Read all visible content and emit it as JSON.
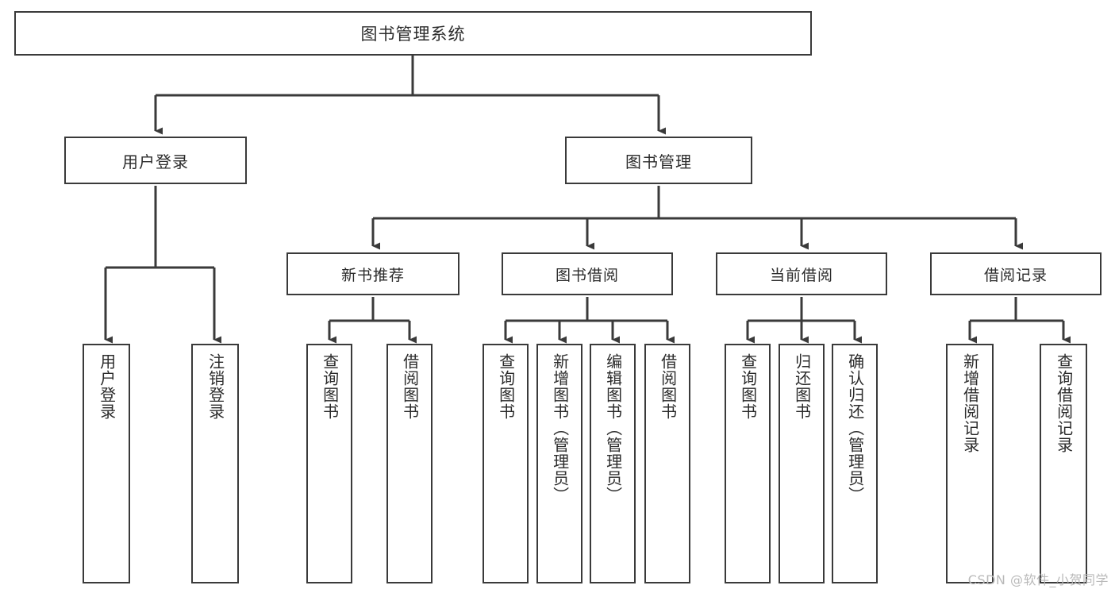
{
  "diagram": {
    "type": "tree",
    "title": "图书管理系统",
    "orientation": "top-down",
    "line_color": "#3a3a3a",
    "box_fill": "#ffffff",
    "text_color": "#2b2b2b",
    "root": {
      "label": "图书管理系统"
    },
    "level1": [
      {
        "label": "用户登录"
      },
      {
        "label": "图书管理"
      }
    ],
    "level2": [
      {
        "label": "新书推荐"
      },
      {
        "label": "图书借阅"
      },
      {
        "label": "当前借阅"
      },
      {
        "label": "借阅记录"
      }
    ],
    "leaves": {
      "user_login": [
        {
          "label": "用户登录"
        },
        {
          "label": "注销登录"
        }
      ],
      "new_book_recommend": [
        {
          "label": "查询图书"
        },
        {
          "label": "借阅图书"
        }
      ],
      "book_borrow": [
        {
          "label": "查询图书"
        },
        {
          "label": "新增图书（管理员）"
        },
        {
          "label": "编辑图书（管理员）"
        },
        {
          "label": "借阅图书"
        }
      ],
      "current_borrow": [
        {
          "label": "查询图书"
        },
        {
          "label": "归还图书"
        },
        {
          "label": "确认归还（管理员）"
        }
      ],
      "borrow_record": [
        {
          "label": "新增借阅记录"
        },
        {
          "label": "查询借阅记录"
        }
      ]
    }
  },
  "watermark": {
    "text": "CSDN @软件_小贺同学",
    "color": "#b9b9b9"
  }
}
